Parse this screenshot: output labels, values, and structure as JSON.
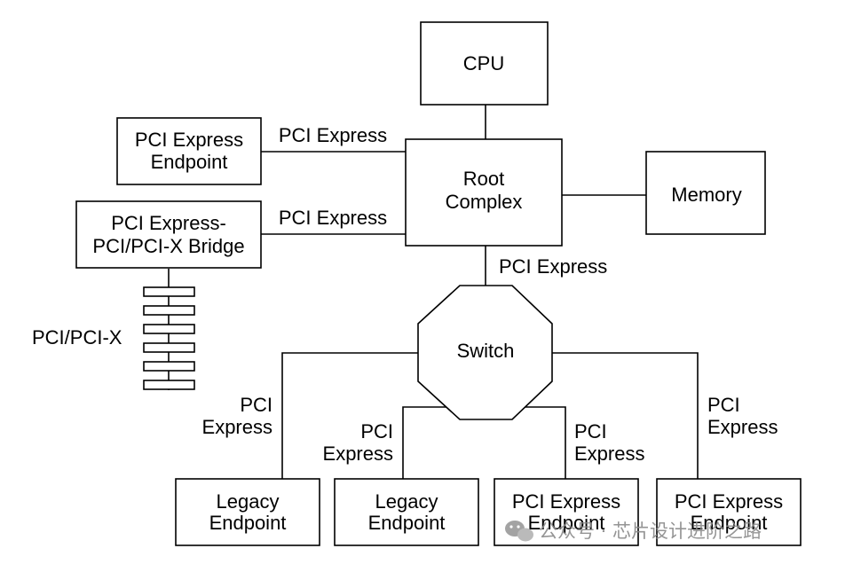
{
  "nodes": {
    "cpu": "CPU",
    "root_complex": [
      "Root",
      "Complex"
    ],
    "memory": "Memory",
    "pcie_endpoint_top": [
      "PCI Express",
      "Endpoint"
    ],
    "bridge": [
      "PCI Express-",
      "PCI/PCI-X Bridge"
    ],
    "switch": "Switch",
    "legacy_endpoint_1": [
      "Legacy",
      "Endpoint"
    ],
    "legacy_endpoint_2": [
      "Legacy",
      "Endpoint"
    ],
    "pcie_endpoint_3": [
      "PCI Express",
      "Endpoint"
    ],
    "pcie_endpoint_4": [
      "PCI Express",
      "Endpoint"
    ]
  },
  "links": {
    "endpoint_to_root": "PCI Express",
    "bridge_to_root": "PCI Express",
    "root_to_switch": "PCI Express",
    "switch_to_legacy_1": [
      "PCI",
      "Express"
    ],
    "switch_to_legacy_2": [
      "PCI",
      "Express"
    ],
    "switch_to_pcie_3": [
      "PCI",
      "Express"
    ],
    "switch_to_pcie_4": [
      "PCI",
      "Express"
    ],
    "pci_bus": "PCI/PCI-X"
  },
  "watermark": "公众号 · 芯片设计进阶之路",
  "icons": {
    "watermark_logo": "wechat-icon"
  }
}
